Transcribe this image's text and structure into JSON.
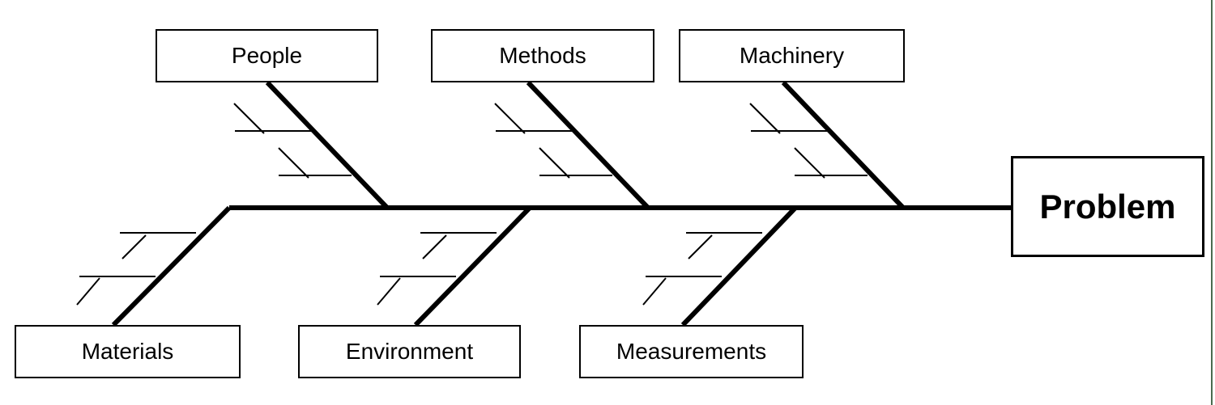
{
  "diagram": {
    "type": "fishbone",
    "effect": {
      "label": "Problem"
    },
    "top_categories": [
      {
        "label": "People"
      },
      {
        "label": "Methods"
      },
      {
        "label": "Machinery"
      }
    ],
    "bottom_categories": [
      {
        "label": "Materials"
      },
      {
        "label": "Environment"
      },
      {
        "label": "Measurements"
      }
    ],
    "empty_sub_branches_per_category": 2,
    "colors": {
      "line": "#000000",
      "background": "#ffffff",
      "box_fill": "#ffffff",
      "right_edge_strip": "#4a6b4f"
    }
  }
}
